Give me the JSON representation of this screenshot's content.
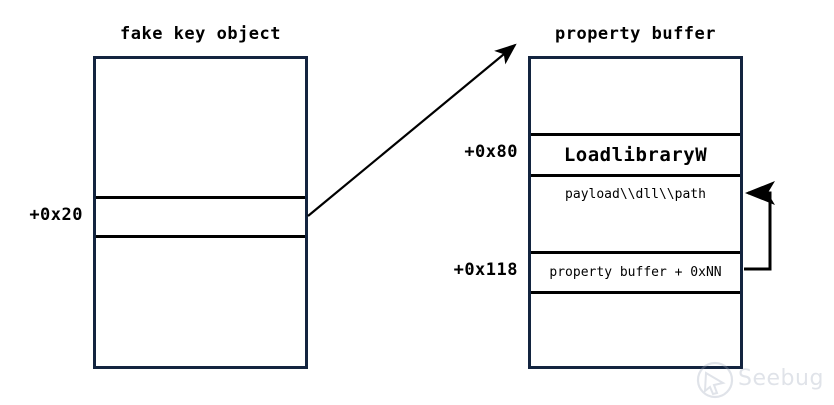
{
  "diagram": {
    "type": "memory-layout",
    "left_structure": {
      "title": "fake key object",
      "rows": [
        {
          "offset": "",
          "label": ""
        },
        {
          "offset": "+0x20",
          "label": ""
        },
        {
          "offset": "",
          "label": ""
        }
      ],
      "offset_label": "+0x20"
    },
    "right_structure": {
      "title": "property buffer",
      "rows": [
        {
          "offset": "",
          "label": ""
        },
        {
          "offset": "+0x80",
          "label": "LoadlibraryW"
        },
        {
          "offset": "",
          "label": "payload\\\\dll\\\\path"
        },
        {
          "offset": "+0x118",
          "label": "property buffer + 0xNN"
        },
        {
          "offset": "",
          "label": ""
        }
      ],
      "offsets": {
        "load_library": "+0x80",
        "self_pointer": "+0x118"
      },
      "cells": {
        "load_library": "LoadlibraryW",
        "payload_path": "payload\\\\dll\\\\path",
        "self_reference": "property buffer + 0xNN"
      }
    },
    "arrows": [
      {
        "name": "pointer-arrow",
        "from": "fake key object +0x20",
        "to": "property buffer",
        "direction": "up-right"
      },
      {
        "name": "self-reference-arrow",
        "from": "property buffer + 0xNN",
        "to": "payload\\\\dll\\\\path",
        "direction": "loop-left"
      }
    ],
    "colors": {
      "box_border": "#13243f",
      "divider": "#000000",
      "arrow": "#000000",
      "text": "#000000",
      "background": "#ffffff",
      "watermark": "#9aa6b8"
    }
  },
  "watermark": {
    "text": "Seebug"
  }
}
